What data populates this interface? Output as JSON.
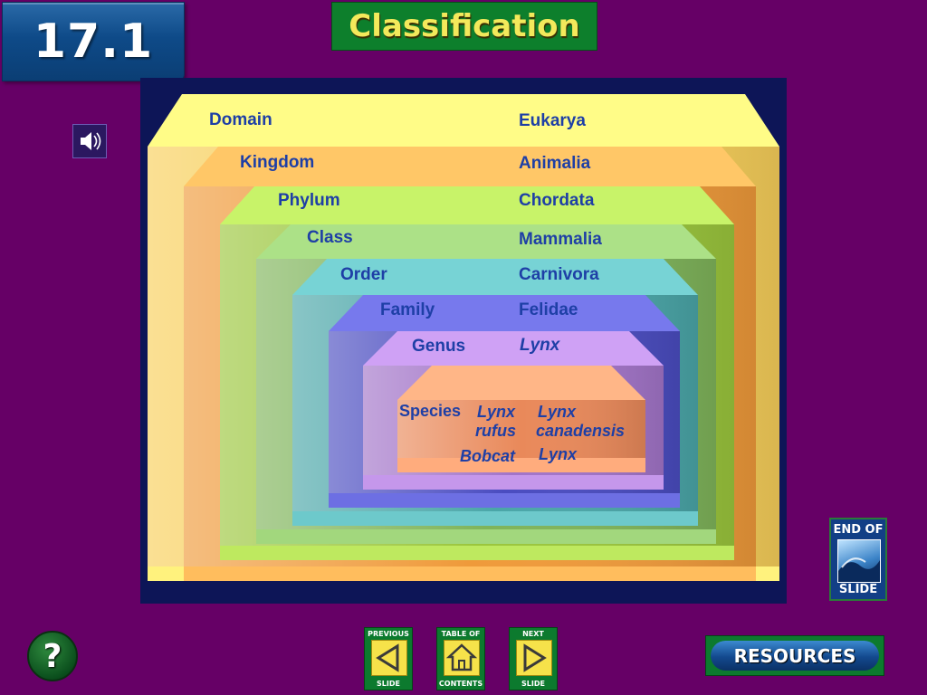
{
  "section_number": "17.1",
  "title": "Classification",
  "ranks": [
    {
      "rank": "Domain",
      "taxon": "Eukarya"
    },
    {
      "rank": "Kingdom",
      "taxon": "Animalia"
    },
    {
      "rank": "Phylum",
      "taxon": "Chordata"
    },
    {
      "rank": "Class",
      "taxon": "Mammalia"
    },
    {
      "rank": "Order",
      "taxon": "Carnivora"
    },
    {
      "rank": "Family",
      "taxon": "Felidae"
    },
    {
      "rank": "Genus",
      "taxon": "Lynx"
    },
    {
      "rank": "Species",
      "taxon": ""
    }
  ],
  "species": [
    {
      "line1": "Lynx",
      "line2": "rufus",
      "common": "Bobcat"
    },
    {
      "line1": "Lynx",
      "line2": "canadensis",
      "common": "Lynx"
    }
  ],
  "level_colors": [
    "#f7cf5a",
    "#ef9a3a",
    "#9bc63c",
    "#7fb45a",
    "#4aa6a8",
    "#4a4cc0",
    "#a274c8",
    "#e9895a"
  ],
  "buttons": {
    "end_top": "END OF",
    "end_bottom": "SLIDE",
    "help": "?",
    "prev_top": "PREVIOUS",
    "prev_bottom": "SLIDE",
    "toc_top": "TABLE OF",
    "toc_bottom": "CONTENTS",
    "next_top": "NEXT",
    "next_bottom": "SLIDE",
    "resources": "RESOURCES"
  },
  "icons": {
    "audio": "speaker-icon",
    "end_of_slide": "ocean-wave-icon",
    "previous": "left-arrow-icon",
    "contents": "home-icon",
    "next": "right-arrow-icon"
  }
}
